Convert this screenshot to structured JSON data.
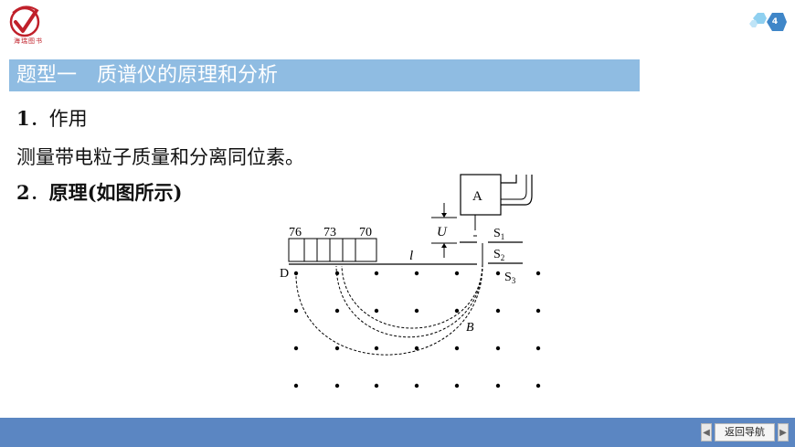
{
  "header": {
    "logo_text": "海瑞图书",
    "page_number": "4"
  },
  "title": "题型一　质谱仪的原理和分析",
  "section1": {
    "num": "1",
    "title": "作用"
  },
  "paragraph1": "测量带电粒子质量和分离同位素。",
  "section2": {
    "num": "2",
    "title": "原理(如图所示)"
  },
  "diagram": {
    "label_a": "A",
    "label_u": "U",
    "label_l": "l",
    "label_d": "D",
    "label_b": "B",
    "label_s1": "S",
    "label_s1_sub": "1",
    "label_s2": "S",
    "label_s2_sub": "2",
    "label_s3": "S",
    "label_s3_sub": "3",
    "mass_labels": [
      "76",
      "73",
      "70"
    ]
  },
  "footer": {
    "prev_icon": "triangle-left-icon",
    "back_label": "返回导航",
    "next_icon": "triangle-right-icon"
  },
  "colors": {
    "title_bar": "#8fbce2",
    "footer_bar": "#5b86c2",
    "logo_red": "#c0202a",
    "badge_blue": "#3f86c8"
  }
}
